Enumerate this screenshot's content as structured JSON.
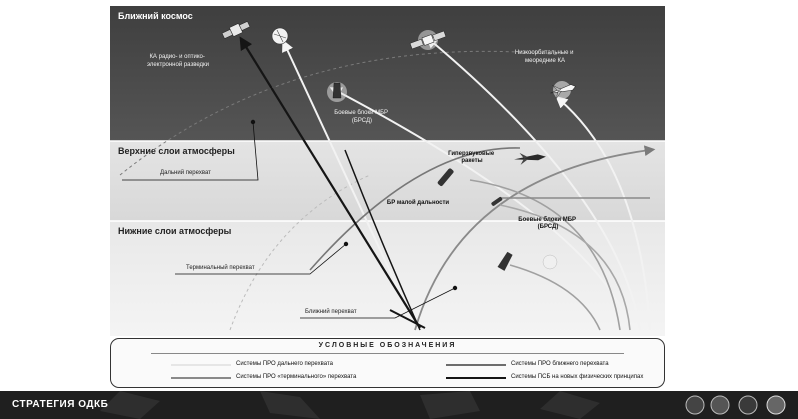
{
  "layers": {
    "near_space": "Ближний космос",
    "upper_atmosphere": "Верхние слои атмосферы",
    "lower_atmosphere": "Нижние слои атмосферы"
  },
  "labels": {
    "recon_sat": "КА радио- и оптико-\nэлектронной разведки",
    "leo_sat": "Низкоорбитальные и\nмеоредние КА",
    "icbm_warheads_space": "Боевые блоки МБР\n(БРСД)",
    "hypersonic": "Гиперзвуковые\nракеты",
    "srbm": "БР малой дальности",
    "icbm_warheads_low": "Боевые блоки МБР\n(БРСД)"
  },
  "intercepts": {
    "long_range": "Дальний перехват",
    "terminal": "Терминальный перехват",
    "near": "Ближний перехват"
  },
  "legend": {
    "title": "УСЛОВНЫЕ ОБОЗНАЧЕНИЯ",
    "items": [
      "Системы ПРО дальнего перехвата",
      "Системы ПРО ближнего перехвата",
      "Системы ПРО «терминального» перехвата",
      "Системы ПСБ на новых физических принципах"
    ]
  },
  "footer": {
    "brand": "СТРАТЕГИЯ ОДКБ"
  },
  "colors": {
    "space": "#4a4a4a",
    "upper": "#e2e2e2",
    "lower": "#ececec",
    "long_range_line": "#f0f0f0",
    "near_line": "#6d6d6d",
    "terminal_line": "#8a8a8a",
    "new_physics_line": "#151515"
  }
}
